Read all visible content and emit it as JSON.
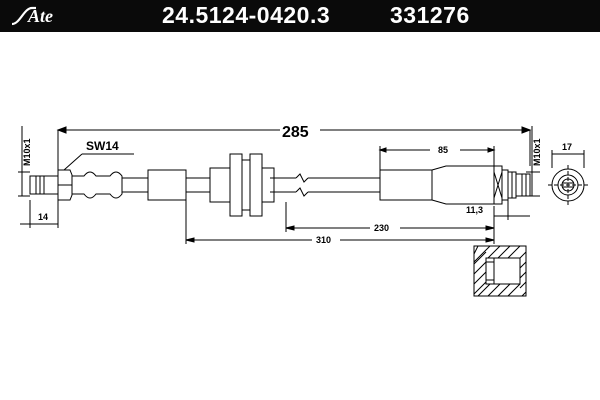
{
  "header": {
    "brand": "Ate",
    "part_number": "24.5124-0420.3",
    "ref_number": "331276",
    "background": "#0a0a0a",
    "text_color": "#ffffff"
  },
  "dimensions": {
    "overall_length": "285",
    "left_thread": "M10x1",
    "right_thread": "M10x1",
    "wrench_size": "SW14",
    "left_nipple": "14",
    "right_fitting": "85",
    "fitting_offset": "11,3",
    "bracket_span": "230",
    "mount_span": "310",
    "end_diameter": "17"
  }
}
